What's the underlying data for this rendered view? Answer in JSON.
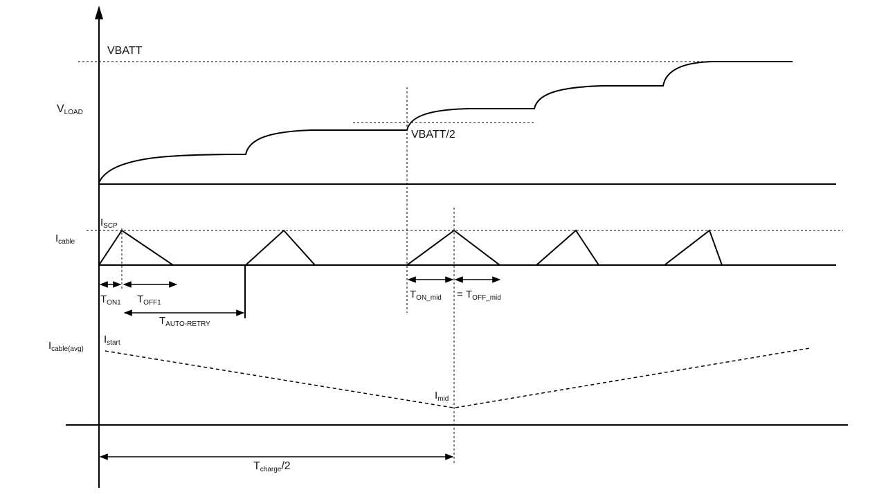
{
  "labels": {
    "vbatt": "VBATT",
    "vload_main": "V",
    "vload_sub": "LOAD",
    "vbatt_half": "VBATT/2",
    "iscp_main": "I",
    "iscp_sub": "SCP",
    "icable_main": "I",
    "icable_sub": "cable",
    "ton1_main": "T",
    "ton1_sub": "ON1",
    "toff1_main": "T",
    "toff1_sub": "OFF1",
    "tauto_main": "T",
    "tauto_sub": "AUTO-RETRY",
    "tonmid_main": "T",
    "tonmid_sub": "ON_mid",
    "eq": "=",
    "toffmid_main": "T",
    "toffmid_sub": "OFF_mid",
    "icableavg_main": "I",
    "icableavg_sub": "cable(avg)",
    "istart_main": "I",
    "istart_sub": "start",
    "imid_main": "I",
    "imid_sub": "mid",
    "tcharge_main": "T",
    "tcharge_sub": "charge",
    "tcharge_suffix": "/2"
  }
}
